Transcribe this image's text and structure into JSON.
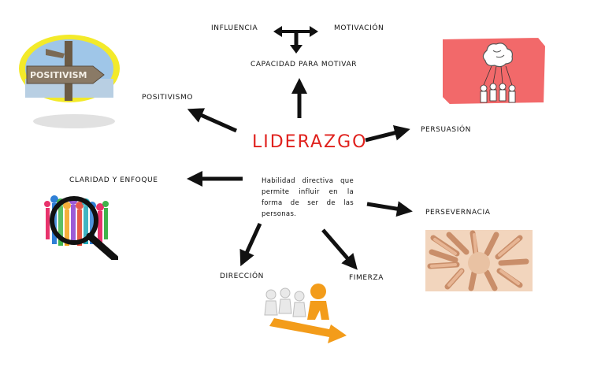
{
  "center": {
    "title": "LIDERAZGO",
    "description": "Habilidad directiva que permite influir en la forma de ser de las personas."
  },
  "nodes": {
    "influencia": "INFLUENCIA",
    "motivacion": "MOTIVACIÓN",
    "capacidad": "CAPACIDAD PARA MOTIVAR",
    "positivismo": "POSITIVISMO",
    "persuasion": "PERSUASIÓN",
    "claridad": "CLARIDAD Y ENFOQUE",
    "perseverancia": "PERSEVERNACIA",
    "direccion": "DIRECCIÓN",
    "fimerza": "FIMERZA"
  },
  "images": {
    "positivism_sign": "POSITIVISM"
  },
  "colors": {
    "title": "#e0211d",
    "arrow": "#111111",
    "brain_card": "#f2696a",
    "sign_ring": "#f3ea2a",
    "figure_orange": "#f39c1a"
  }
}
